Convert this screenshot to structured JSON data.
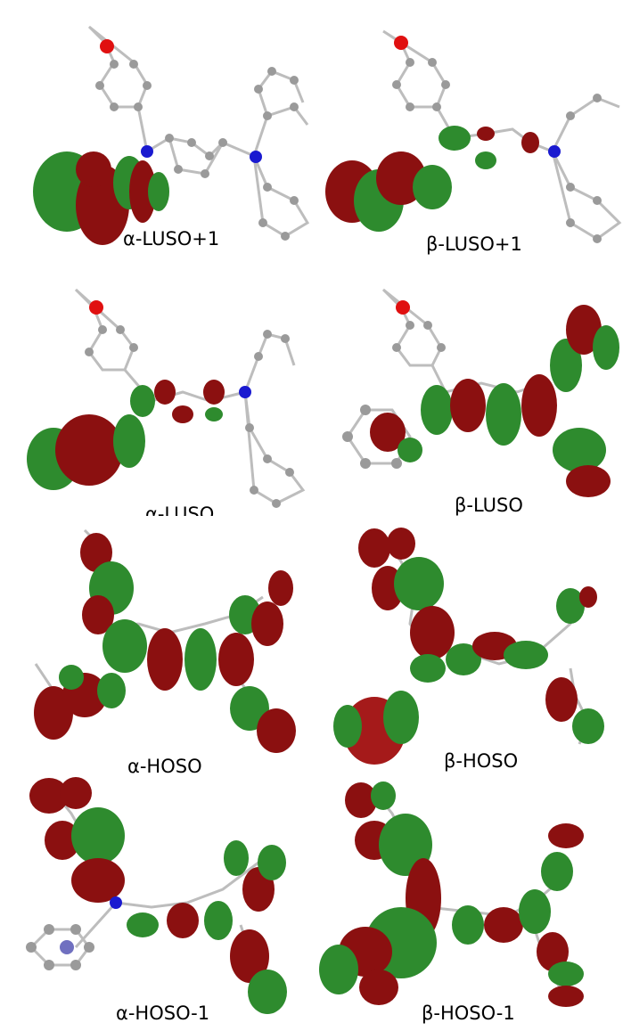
{
  "figure": {
    "panels": [
      {
        "id": "a-luso1",
        "label": "α-LUSO+1"
      },
      {
        "id": "b-luso1",
        "label": "β-LUSO+1"
      },
      {
        "id": "a-luso",
        "label": "α-LUSO"
      },
      {
        "id": "b-luso",
        "label": "β-LUSO"
      },
      {
        "id": "a-hoso",
        "label": "α-HOSO"
      },
      {
        "id": "b-hoso",
        "label": "β-HOSO"
      },
      {
        "id": "a-hoso-1",
        "label": "α-HOSO-1"
      },
      {
        "id": "b-hoso-1",
        "label": "β-HOSO-1"
      }
    ]
  },
  "colors": {
    "lobe_positive": "#2e8b2e",
    "lobe_negative": "#8b1010",
    "carbon": "#9a9a9a",
    "hydrogen": "#f2f2f2",
    "nitrogen": "#1a1ad0",
    "oxygen": "#e01010",
    "bond": "#bdbdbd"
  }
}
